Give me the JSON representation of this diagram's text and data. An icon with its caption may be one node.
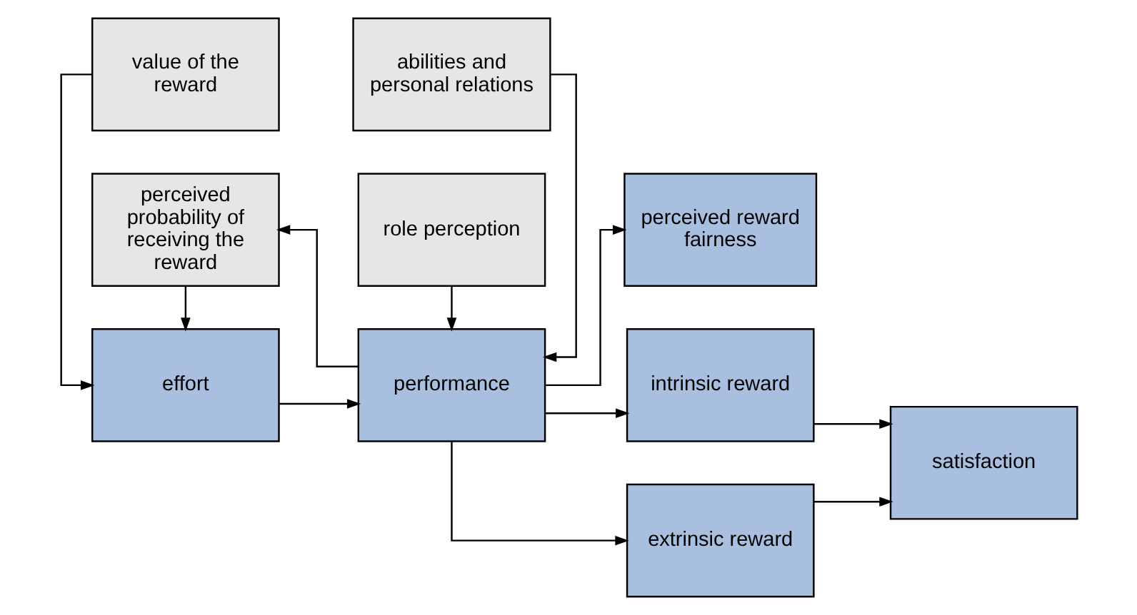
{
  "diagram": {
    "nodes": [
      {
        "text": [
          "value of the reward"
        ]
      },
      {
        "text": [
          "abilities and personal relations"
        ]
      },
      {
        "text": [
          "perceived reward fairness"
        ]
      },
      {
        "text": [
          "effort"
        ]
      },
      {
        "text": [
          "performance"
        ]
      },
      {
        "text": [
          "intrinsic reward"
        ]
      },
      {
        "text": [
          "satisfaction"
        ]
      },
      {
        "text": [
          "extrinsic reward"
        ]
      },
      {
        "text": [
          "perceived probability of receiving the reward"
        ]
      },
      {
        "text": [
          "role perception"
        ]
      }
    ],
    "edges": [
      {
        "from": 0,
        "to": 3,
        "arrow": "to"
      },
      {
        "from": 1,
        "to": 4,
        "arrow": "to"
      },
      {
        "from": 3,
        "to": 4,
        "arrow": "to"
      },
      {
        "from": 4,
        "to": 2,
        "arrow": "to"
      },
      {
        "from": 4,
        "to": 5,
        "arrow": "to"
      },
      {
        "from": 4,
        "to": 7,
        "arrow": "to"
      },
      {
        "from": 5,
        "to": 6,
        "arrow": "to"
      },
      {
        "from": 7,
        "to": 6,
        "arrow": "to"
      },
      {
        "from": 8,
        "to": 3,
        "arrow": "to"
      },
      {
        "from": 9,
        "to": 4,
        "arrow": "to"
      },
      {
        "from": 4,
        "to": 8,
        "arrow": "to"
      }
    ]
  }
}
